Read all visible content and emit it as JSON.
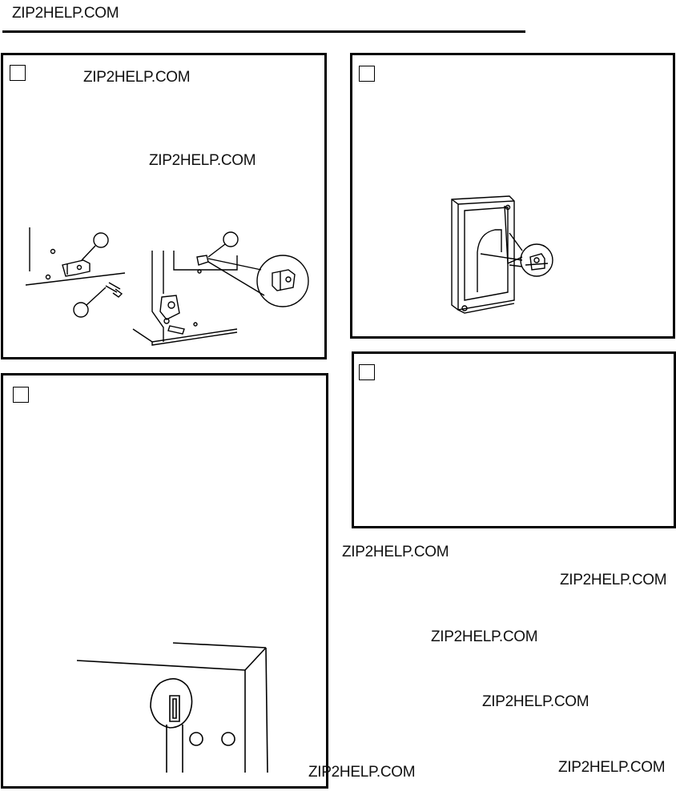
{
  "watermarks": [
    "ZIP2HELP.COM",
    "ZIP2HELP.COM",
    "ZIP2HELP.COM",
    "ZIP2HELP.COM",
    "ZIP2HELP.COM",
    "ZIP2HELP.COM",
    "ZIP2HELP.COM",
    "ZIP2HELP.COM",
    "ZIP2HELP.COM"
  ],
  "colors": {
    "line": "#000000",
    "background": "#ffffff"
  },
  "panels": [
    {
      "id": "step-a",
      "illustration": "hinge-bracket-removal"
    },
    {
      "id": "step-b",
      "illustration": "cabinet-rear-view"
    },
    {
      "id": "step-c",
      "illustration": "screwdriver-in-hole"
    },
    {
      "id": "step-d",
      "illustration": "empty"
    }
  ],
  "icons": [
    "callout-circle-icon",
    "screw-icon",
    "bracket-icon",
    "screwdriver-icon"
  ]
}
